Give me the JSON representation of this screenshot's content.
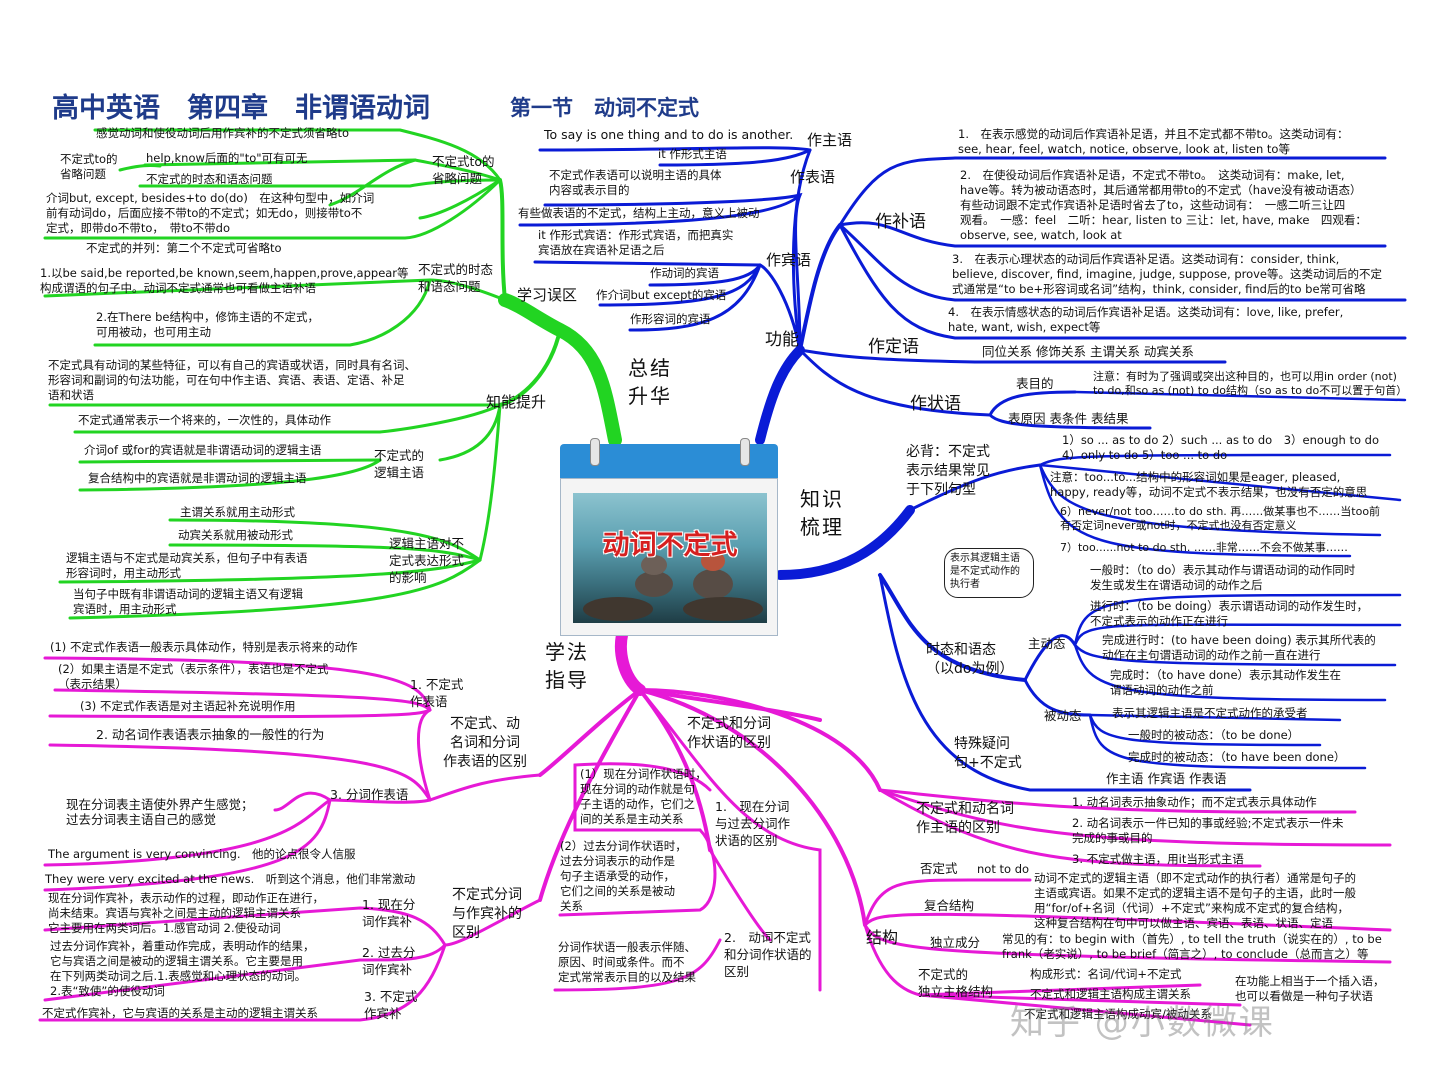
{
  "header": {
    "title": "高中英语　第四章　非谓语动词",
    "subtitle": "第一节　动词不定式"
  },
  "center": {
    "title": "动词不定式"
  },
  "branches": {
    "summary": "总结\n升华",
    "knowledge": "知识\n梳理",
    "method": "学法\n指导",
    "function": "功能"
  },
  "green": {
    "pitfalls": "学习误区",
    "omission_head": "不定式to的\n省略问题",
    "omission_items": {
      "a": "感觉动词和使役动词后用作宾补的不定式须省略to",
      "b": "不定式to的\n省略问题",
      "c": "help,know后面的\"to\"可有可无",
      "d": "不定式的时态和语态问题",
      "e": "介词but, except, besides+to do(do)　在这种句型中，如介词\n前有动词do，后面应接不带to的不定式；如无do，则接带to不\n定式，即带do不带to，　带to不带do",
      "f": "不定式的并列：第二个不定式可省略to"
    },
    "tense_head": "不定式的时态\n和语态问题",
    "tense_items": {
      "a": "1.以be said,be reported,be known,seem,happen,prove,appear等\n构成谓语的句子中。动词不定式通常也可看做主语补语",
      "b": "2.在There be结构中，修饰主语的不定式，\n可用被动，也可用主动"
    },
    "ability": "知能提升",
    "ability_items": {
      "a": "不定式具有动词的某些特征，可以有自己的宾语或状语，同时具有名词、\n形容词和副词的句法功能，可在句中作主语、宾语、表语、定语、补足\n语和状语",
      "b": "不定式通常表示一个将来的，一次性的，具体动作"
    },
    "logic_head": "不定式的\n逻辑主语",
    "logic_items": {
      "a": "介词of 或for的宾语就是非谓语动词的逻辑主语",
      "b": "复合结构中的宾语就是非谓动词的逻辑主语"
    },
    "effect_head": "逻辑主语对不\n定式表达形式\n的影响",
    "effect_items": {
      "a": "主谓关系就用主动形式",
      "b": "动宾关系就用被动形式",
      "c": "逻辑主语与不定式是动宾关系，但句子中有表语\n形容词时，用主动形式",
      "d": "当句子中既有非谓语动词的逻辑主语又有逻辑\n宾语时，用主动形式"
    }
  },
  "blue_top": {
    "subject": "作主语",
    "subject_items": {
      "a": "To say is one thing and to do is another.",
      "b": "it 作形式主语"
    },
    "predicative": "作表语",
    "predicative_items": {
      "a": "不定式作表语可以说明主语的具体\n内容或表示目的",
      "b": "有些做表语的不定式，结构上主动，意义上被动"
    },
    "object": "作宾语",
    "object_items": {
      "a": "it 作形式宾语：作形式宾语，而把真实\n宾语放在宾语补足语之后",
      "b": "作动词的宾语",
      "c": "作介词but except的宾语",
      "d": "作形容词的宾语"
    },
    "complement": "作补语",
    "complement_items": {
      "a": "1.　在表示感觉的动词后作宾语补足语，并且不定式都不带to。这类动词有：\nsee, hear, feel, watch, notice, observe, look at, listen to等",
      "b": "2.　在使役动词后作宾语补足语，不定式不带to。　这类动词有：make, let,\nhave等。转为被动语态时，其后通常都用带to的不定式（have没有被动语态）\n有些动词跟不定式作宾语补足语时省去了to，这些动词有：　一感二听三让四\n观看。　一感：feel　二听：hear, listen to 三让：let, have, make　四观看：\nobserve, see, watch, look at",
      "c": "3.　在表示心理状态的动词后作宾语补足语。这类动词有：consider, think,\nbelieve, discover, find, imagine, judge, suppose, prove等。这类动词后的不定\n式通常是“to be+形容词或名词”结构，think, consider, find后的to be常可省略",
      "d": "4.　在表示情感状态的动词后作宾语补足语。这类动词有：love, like, prefer,\nhate, want, wish, expect等"
    },
    "attributive": "作定语",
    "attributive_items": {
      "a": "同位关系 修饰关系 主谓关系 动宾关系"
    },
    "adverbial": "作状语",
    "adverbial_items": {
      "a": "表目的",
      "b": "注意：有时为了强调或突出这种目的，也可以用in order (not)\nto do,和so as (not) to do结构（so as to do不可以置于句首）",
      "c": "表原因 表条件 表结果"
    }
  },
  "blue_bottom": {
    "result_head": "必背：不定式\n表示结果常见\n于下列句型",
    "result_items": {
      "a": "1）so ... as to do 2）such ... as to do　3）enough to do\n4）only to do 5）too ... to do",
      "b": "注意：too...to...结构中的形容词如果是eager, pleased,\nhappy, ready等，动词不定式不表示结果，也没有否定的意思",
      "c": "6）never/not too……to do sth. 再……做某事也不……当too前\n有否定词never或not时，不定式也没有否定意义",
      "d": "7）too......not to do sth. ……非常……不会不做某事……"
    },
    "bubble": "表示其逻辑主语\n是不定式动作的\n执行者",
    "tense_head": "时态和语态\n（以do为例）",
    "active": "主动态",
    "active_items": {
      "a": "一般时：（to do）表示其动作与谓语动词的动作同时\n发生或发生在谓语动词的动作之后",
      "b": "进行时：（to be doing）表示谓语动词的动作发生时，\n不定式表示的动作正在进行",
      "c": "完成进行时：(to have been doing) 表示其所代表的\n动作在主句谓语动词的动作之前一直在进行",
      "d": "完成时：（to have done）表示其动作发生在\n谓语动词的动作之前"
    },
    "passive": "被动态",
    "passive_items": {
      "a": "表示其逻辑主语是不定式动作的承受者",
      "b": "一般时的被动态：（to be done）",
      "c": "完成时的被动态：（to have been done）"
    },
    "special_head": "特殊疑问\n句+不定式",
    "special_items": {
      "a": "作主语 作宾语 作表语"
    }
  },
  "magenta_right": {
    "diff_head": "不定式和动名词\n作主语的区别",
    "diff_items": {
      "a": "1. 动名词表示抽象动作；而不定式表示具体动作",
      "b": "2. 动名词表示一件已知的事或经验;不定式表示一件未\n完成的事或目的",
      "c": "3. 不定式做主语，用it当形式主语"
    },
    "struct_head": "结构",
    "negation": "否定式",
    "negation_val": "not to do",
    "compound": "复合结构",
    "compound_val": "动词不定式的逻辑主语（即不定式动作的执行者）通常是句子的\n主语或宾语。如果不定式的逻辑主语不是句子的主语，此时一般\n用“for/of+名词（代词）+不定式”来构成不定式的复合结构，\n这种复合结构在句中可以做主语、宾语、表语、状语、定语",
    "independent": "独立成分",
    "independent_val": "常见的有：to begin with（首先）, to tell the truth（说实在的）, to be\nfrank（老实说）, to be brief（简言之）, to conclude（总而言之）等",
    "absolute_head": "不定式的\n独立主格结构",
    "absolute_items": {
      "a": "构成形式：名词/代词+不定式",
      "b": "不定式和逻辑主语构成主谓关系",
      "c": "不定式和逻辑主语构成动宾/被动关系",
      "d": "在功能上相当于一个插入语，\n也可以看做是一种句子状语"
    }
  },
  "magenta_left": {
    "pred_head": "不定式、动\n名词和分词\n作表语的区别",
    "pred_1": "1. 不定式\n作表语",
    "pred_1_items": {
      "a": "(1) 不定式作表语一般表示具体动作，特别是表示将来的动作",
      "b": "(2）如果主语是不定式（表示条件），表语也是不定式\n（表示结果）",
      "c": "(3) 不定式作表语是对主语起补充说明作用"
    },
    "pred_2": "2. 动名词作表语表示抽象的一般性的行为",
    "pred_3": "3. 分词作表语",
    "pred_3_items": {
      "a": "现在分词表主语使外界产生感觉；\n过去分词表主语自己的感觉",
      "b": "The argument is very convincing.　他的论点很令人信服",
      "c": "They were very excited at the news.　听到这个消息，他们非常激动"
    },
    "obj_head": "不定式分词\n与作宾补的\n区别",
    "obj_1": "1. 现在分\n词作宾补",
    "obj_1_val": "现在分词作宾补，表示动作的过程，即动作正在进行，\n尚未结束。宾语与宾补之间是主动的逻辑主谓关系\n它主要用在两类词后。1.感官动词 2.使役动词",
    "obj_2": "2. 过去分\n词作宾补",
    "obj_2_val": "过去分词作宾补，着重动作完成，表明动作的结果，\n它与宾语之间是被动的逻辑主谓关系。它主要是用\n在下列两类动词之后.1.表感觉和心理状态的动词。\n2.表“致使”的使役动词",
    "obj_3": "3. 不定式\n作宾补",
    "obj_3_val": "不定式作宾补，它与宾语的关系是主动的逻辑主谓关系",
    "adv_head": "不定式和分词\n作状语的区别",
    "adv_1": "1.　现在分词\n与过去分词作\n状语的区别",
    "adv_1_items": {
      "a": "(1）现在分词作状语时，\n现在分词的动作就是句\n子主语的动作，它们之\n间的关系是主动关系",
      "b": "(2）过去分词作状语时，\n过去分词表示的动作是\n句子主语承受的动作，\n它们之间的关系是被动\n关系"
    },
    "adv_2": "2.　动词不定式\n和分词作状语的\n区别",
    "adv_2_val": "分词作状语一般表示伴随、\n原因、时间或条件。而不\n定式常常表示目的以及结果"
  },
  "watermark": "知乎 @小数微课",
  "colors": {
    "green": "#22d422",
    "blue": "#0a1bd6",
    "magenta": "#e619d6",
    "title": "#1f3b8a"
  }
}
